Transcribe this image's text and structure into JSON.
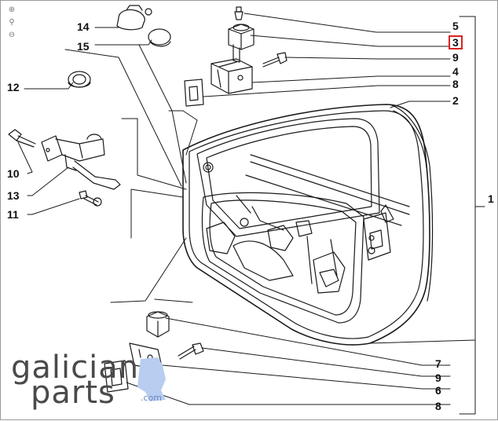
{
  "toolbar": {
    "zoom_in_icon": "magnifier-plus-icon",
    "zoom_reset_icon": "magnifier-icon",
    "zoom_out_icon": "magnifier-minus-icon"
  },
  "callouts": {
    "c1": "1",
    "c2": "2",
    "c3": "3",
    "c4": "4",
    "c5": "5",
    "c6": "6",
    "c7": "7",
    "c8_top": "8",
    "c8_bottom": "8",
    "c9_top": "9",
    "c9_bottom": "9",
    "c10": "10",
    "c11": "11",
    "c12": "12",
    "c13": "13",
    "c14": "14",
    "c15": "15"
  },
  "selected_callout": "3",
  "logo": {
    "line1": "galician",
    "line2": "parts",
    "suffix": ".com"
  },
  "colors": {
    "line": "#1a1a1a",
    "highlight": "#dd2222",
    "logo_text": "#4a4a4a",
    "logo_accent": "#6a86c7"
  }
}
